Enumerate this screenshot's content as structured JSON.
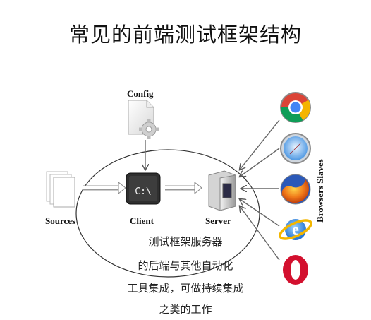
{
  "title": "常见的前端测试框架结构",
  "labels": {
    "config": "Config",
    "sources": "Sources",
    "client": "Client",
    "server": "Server",
    "browsers": "Browsers Slaves"
  },
  "client_icon_text": "C:\\",
  "description": [
    "测试框架服务器",
    "的后端与其他自动化",
    "工具集成，可做持续集成",
    "之类的工作"
  ],
  "browser_icons": [
    "chrome-icon",
    "safari-icon",
    "firefox-icon",
    "internet-explorer-icon",
    "opera-icon"
  ]
}
